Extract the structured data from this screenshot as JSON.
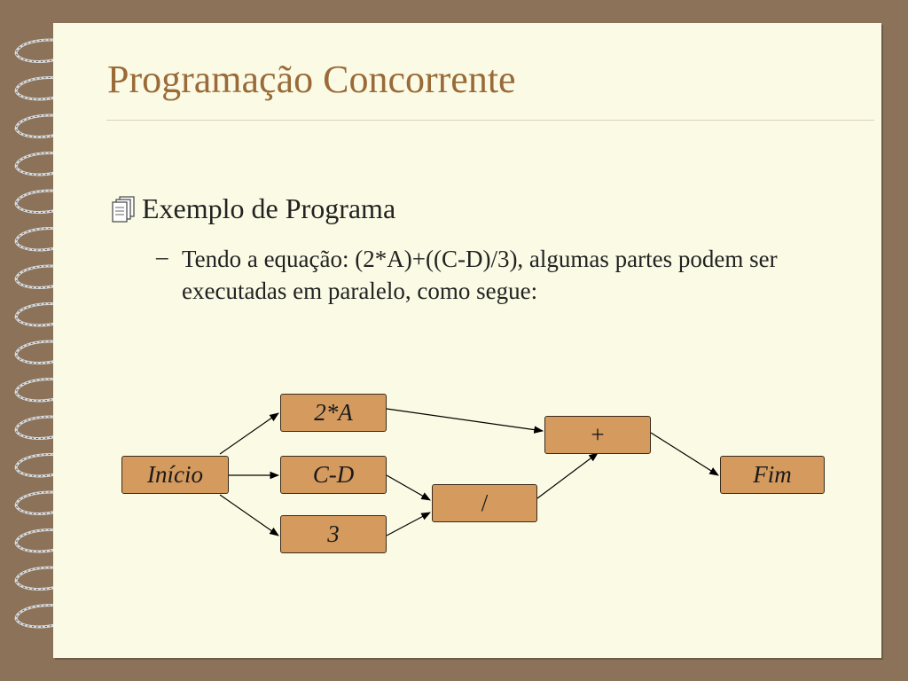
{
  "slide": {
    "title": "Programação Concorrente",
    "bullet_level1": "Exemplo de Programa",
    "bullet_level1_icon": "notepad-icon",
    "bullet_level2_dash": "–",
    "bullet_level2": "Tendo a equação: (2*A)+((C-D)/3), algumas partes podem ser executadas em paralelo, como segue:"
  },
  "diagram": {
    "nodes": {
      "inicio": "Início",
      "two_a": "2*A",
      "c_minus_d": "C-D",
      "three": "3",
      "divide": "/",
      "plus": "+",
      "fim": "Fim"
    },
    "edges": [
      [
        "inicio",
        "two_a"
      ],
      [
        "inicio",
        "c_minus_d"
      ],
      [
        "inicio",
        "three"
      ],
      [
        "c_minus_d",
        "divide"
      ],
      [
        "three",
        "divide"
      ],
      [
        "two_a",
        "plus"
      ],
      [
        "divide",
        "plus"
      ],
      [
        "plus",
        "fim"
      ]
    ]
  },
  "colors": {
    "background": "#8b7259",
    "page": "#fbfbe5",
    "title": "#9a6a38",
    "node_fill": "#d49a5e"
  }
}
